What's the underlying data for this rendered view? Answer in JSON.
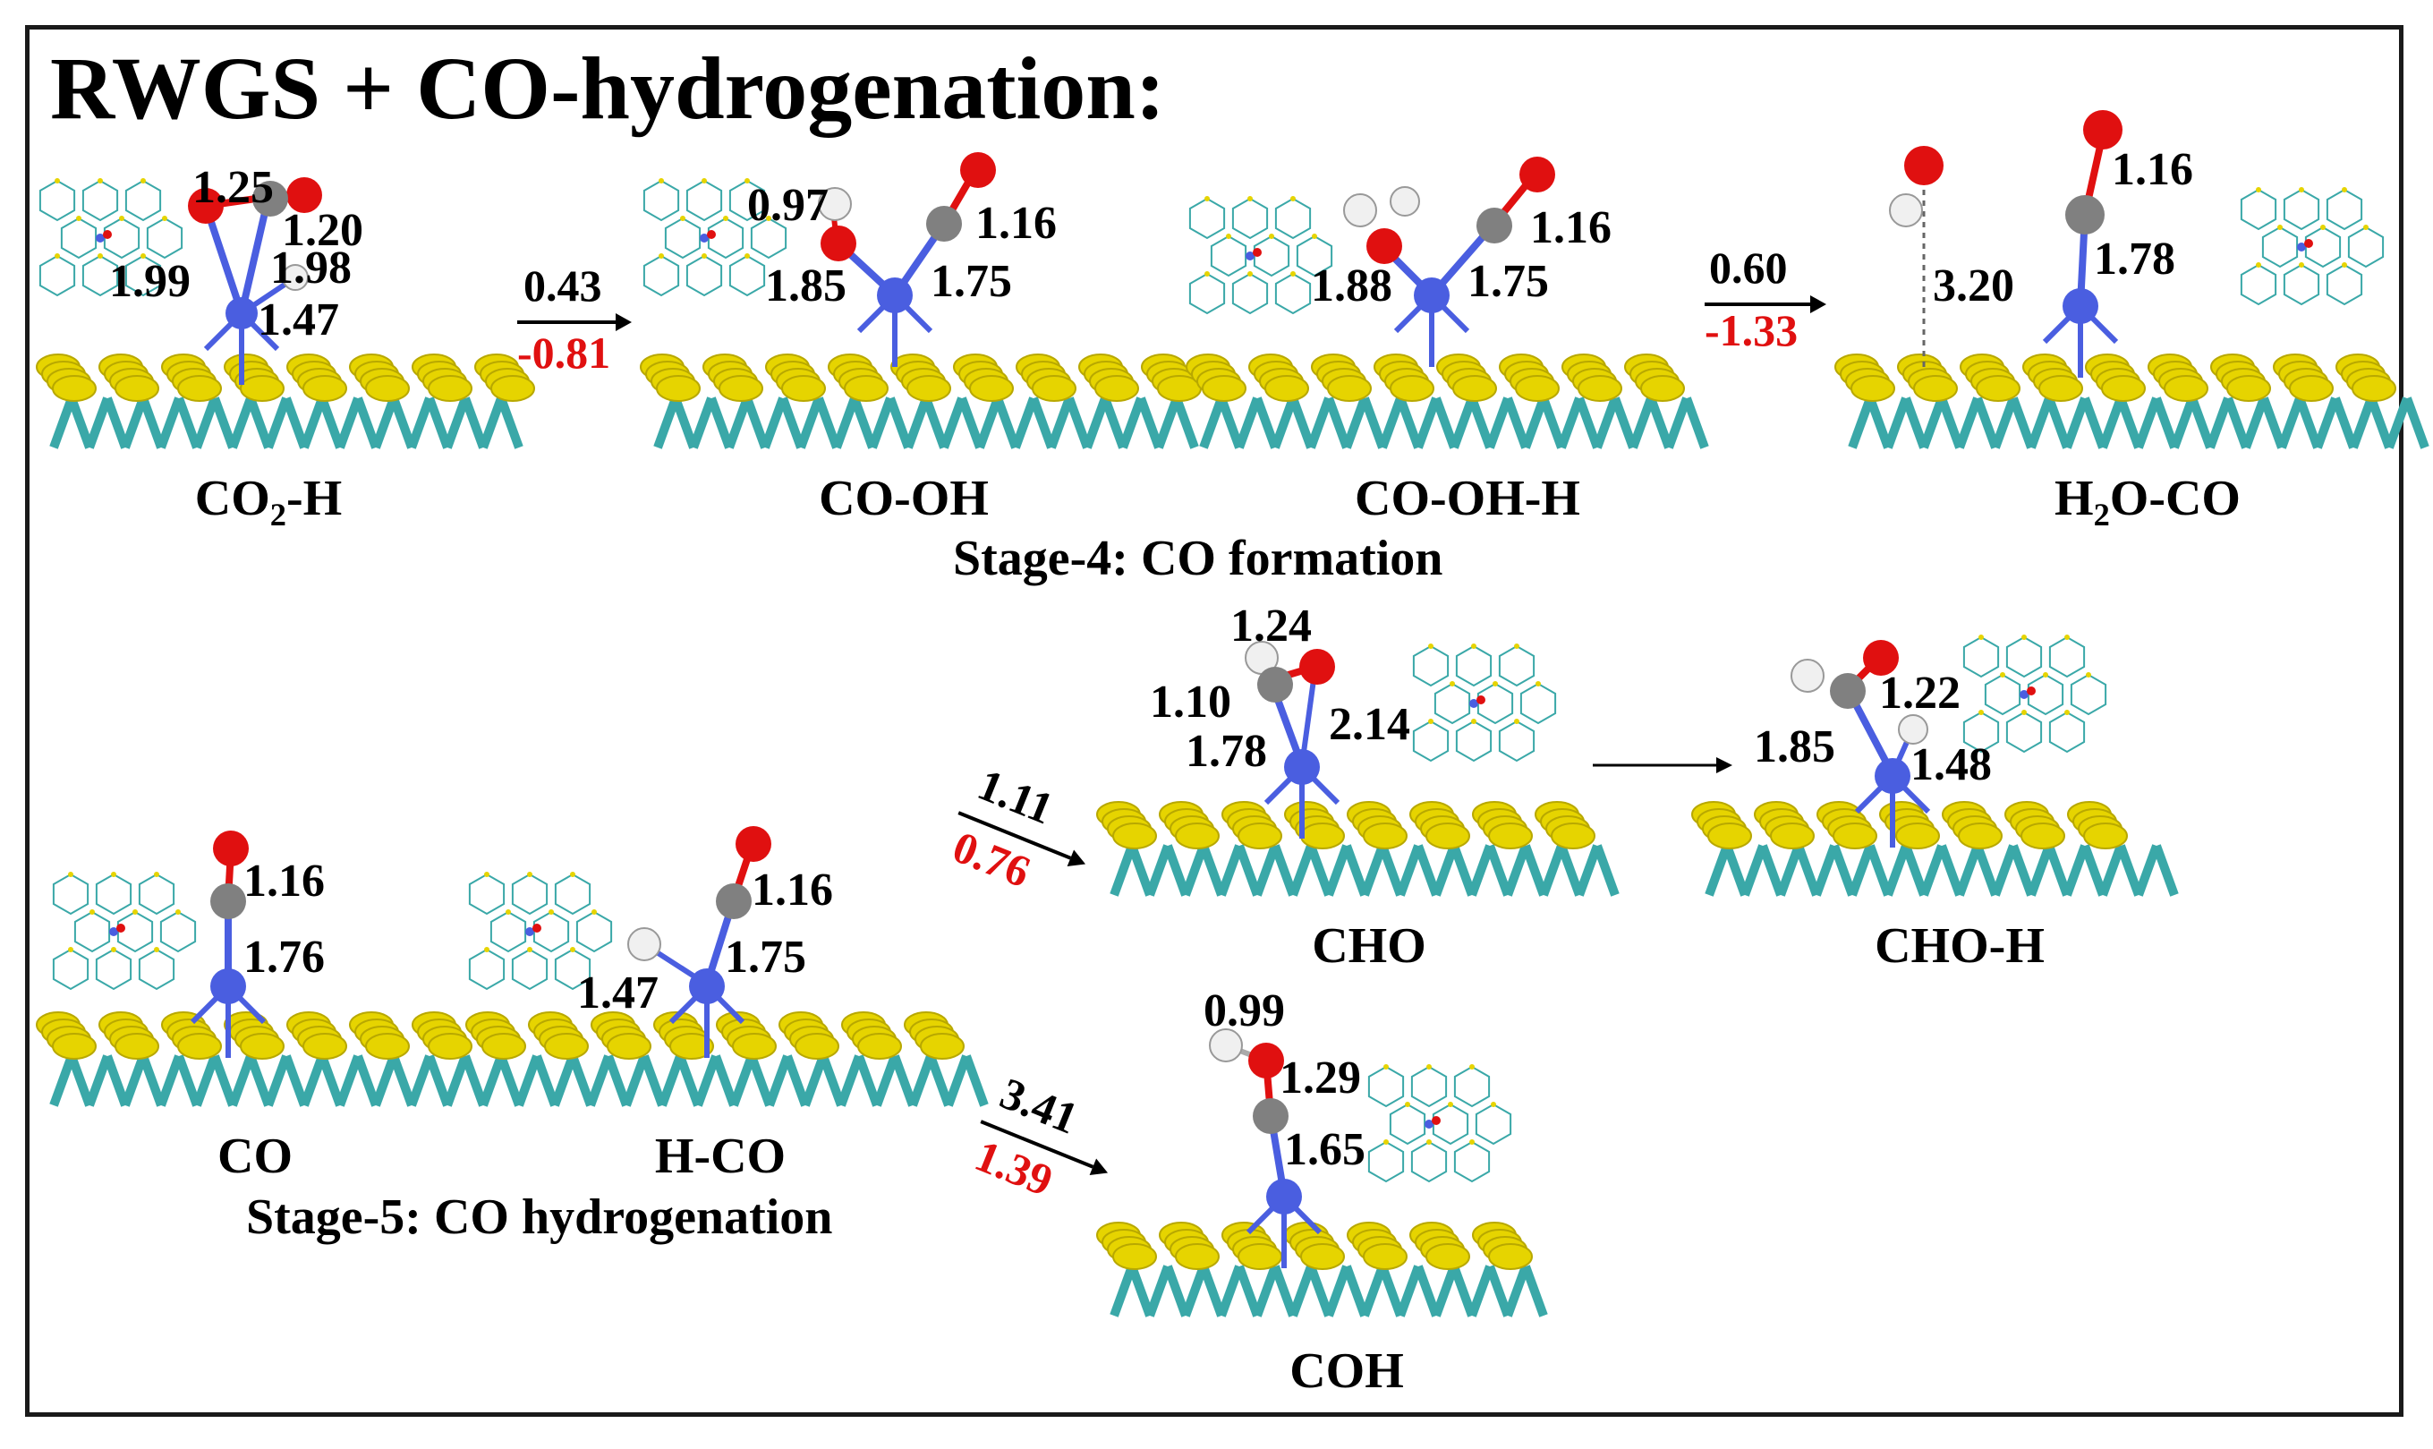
{
  "title": "RWGS + CO-hydrogenation:",
  "stages": {
    "stage4": "Stage-4: CO formation",
    "stage5": "Stage-5: CO hydrogenation"
  },
  "colors": {
    "sulfur": "#e6d400",
    "metal_base": "#3aa8a8",
    "dopant": "#4a5ee0",
    "oxygen": "#e01010",
    "carbon": "#808080",
    "hydrogen": "#f0f0f0",
    "energy_red": "#e01010"
  },
  "structures": {
    "co2_h": {
      "label_main": "CO",
      "label_sub": "2",
      "label_tail": "-H",
      "d": [
        "1.25",
        "1.20",
        "1.99",
        "1.98",
        "1.47"
      ]
    },
    "co_oh": {
      "label": "CO-OH",
      "d": [
        "0.97",
        "1.16",
        "1.85",
        "1.75"
      ]
    },
    "co_oh_h": {
      "label": "CO-OH-H",
      "d": [
        "1.16",
        "1.88",
        "1.75"
      ]
    },
    "h2o_co": {
      "label_main": "H",
      "label_sub": "2",
      "label_tail": "O-CO",
      "d": [
        "1.16",
        "3.20",
        "1.78"
      ]
    },
    "cho": {
      "label": "CHO",
      "d": [
        "1.24",
        "1.10",
        "2.14",
        "1.78"
      ]
    },
    "cho_h": {
      "label": "CHO-H",
      "d": [
        "1.22",
        "1.85",
        "1.48"
      ]
    },
    "co": {
      "label": "CO",
      "d": [
        "1.16",
        "1.76"
      ]
    },
    "h_co": {
      "label": "H-CO",
      "d": [
        "1.16",
        "1.47",
        "1.75"
      ]
    },
    "coh": {
      "label": "COH",
      "d": [
        "0.99",
        "1.29",
        "1.65"
      ]
    }
  },
  "arrows": {
    "a1": {
      "top": "0.43",
      "bottom": "-0.81"
    },
    "a2": {
      "top": "0.60",
      "bottom": "-1.33"
    },
    "a3": {
      "top": "1.11",
      "bottom": "0.76"
    },
    "a4": {
      "top": "3.41",
      "bottom": "1.39"
    }
  }
}
